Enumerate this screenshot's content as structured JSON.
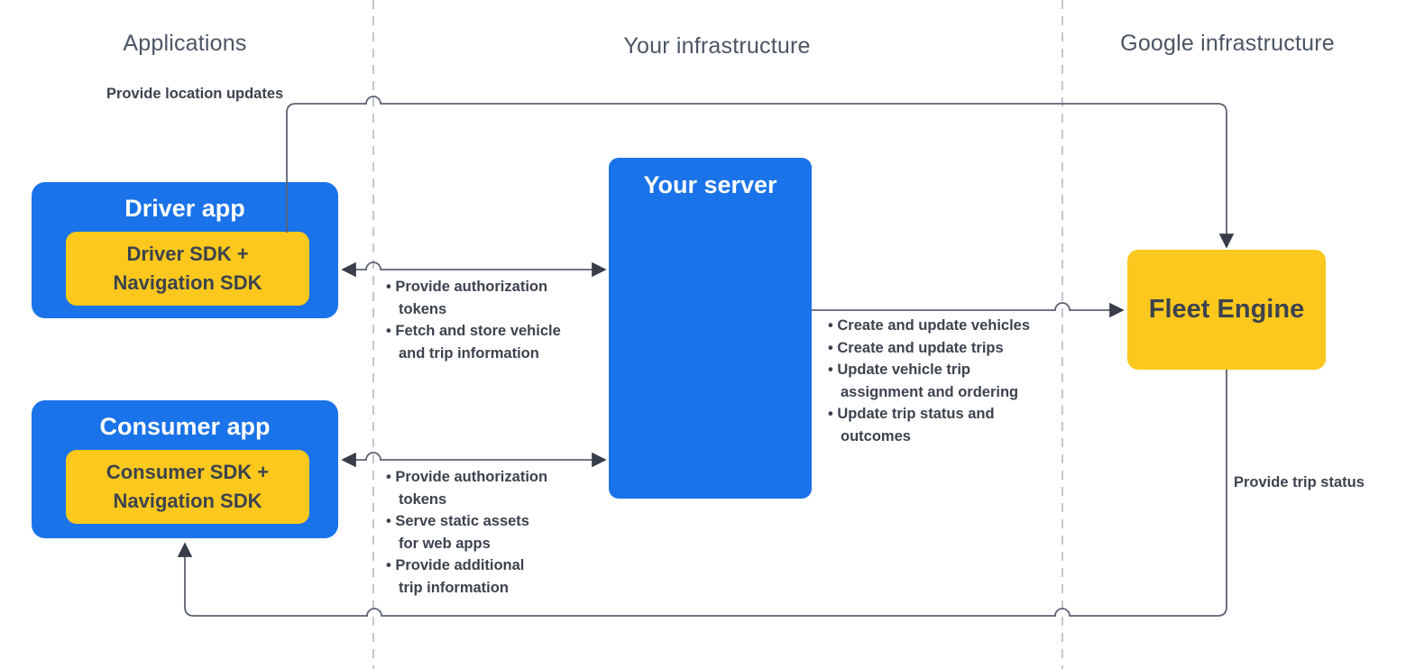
{
  "columns": {
    "applications": "Applications",
    "your_infrastructure": "Your infrastructure",
    "google_infrastructure": "Google infrastructure"
  },
  "nodes": {
    "driver_app": {
      "title": "Driver app",
      "sdk_line1": "Driver SDK +",
      "sdk_line2": "Navigation SDK"
    },
    "consumer_app": {
      "title": "Consumer app",
      "sdk_line1": "Consumer SDK +",
      "sdk_line2": "Navigation SDK"
    },
    "your_server": {
      "title": "Your server"
    },
    "fleet_engine": {
      "title": "Fleet Engine"
    }
  },
  "edge_labels": {
    "provide_location_updates": "Provide location updates",
    "provide_trip_status": "Provide trip status"
  },
  "edge_lists": {
    "driver_server": {
      "items": [
        "Provide authorization tokens",
        "Fetch and store vehicle and trip information"
      ]
    },
    "consumer_server": {
      "items": [
        "Provide authorization tokens",
        "Serve static assets for web apps",
        "Provide additional trip information"
      ]
    },
    "server_fleet": {
      "items": [
        "Create and update vehicles",
        "Create and update trips",
        "Update vehicle trip assignment and ordering",
        "Update trip status and outcomes"
      ]
    }
  },
  "colors": {
    "blue": "#1a73e8",
    "yellow": "#fcc81d",
    "text_dark": "#3c434e",
    "slate": "#4b5564",
    "line": "#5c6370",
    "arrowhead": "#373e49",
    "dashed": "#c2c7ce",
    "white_text": "#ffffff"
  }
}
